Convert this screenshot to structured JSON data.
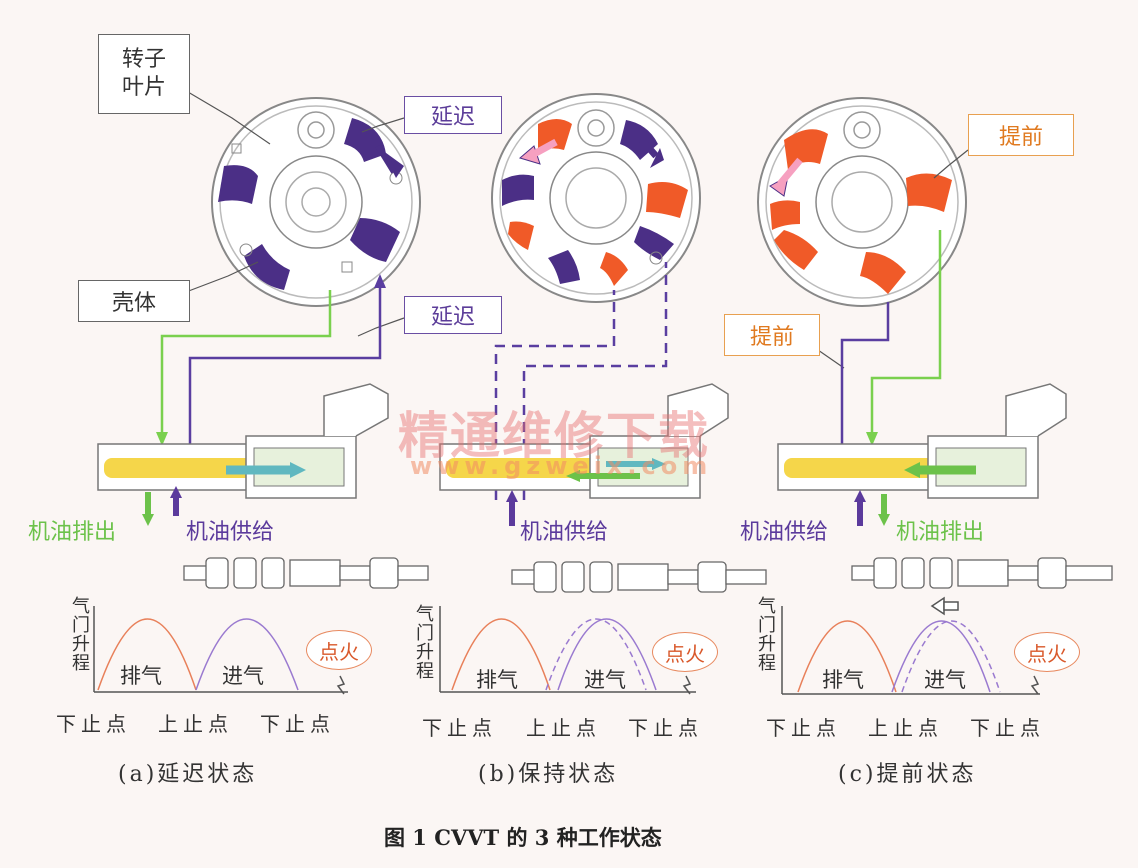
{
  "labels": {
    "rotor_vane": "转子\n叶片",
    "rotor_line1": "转子",
    "rotor_line2": "叶片",
    "housing": "壳体",
    "retard": "延迟",
    "advance": "提前"
  },
  "oil": {
    "drain": "机油排出",
    "supply": "机油供给"
  },
  "axis": {
    "y_label": "气门升程",
    "x_ticks": [
      "下止点",
      "上止点",
      "下止点"
    ]
  },
  "curves": {
    "exhaust": "排气",
    "intake": "进气",
    "ignition": "点火"
  },
  "states": {
    "a": "(a)延迟状态",
    "b": "(b)保持状态",
    "c": "(c)提前状态"
  },
  "caption": "图 1   CVVT 的 3 种工作状态",
  "watermark": {
    "main": "精通维修下载",
    "url": "www.gzweix.com"
  },
  "colors": {
    "retard_fill": "#4b2f86",
    "advance_fill": "#f05a28",
    "drain_line": "#7ad04e",
    "supply_line": "#5a3ea0",
    "spool": "#f5d64a",
    "exhaust_curve": "#e8805a",
    "intake_curve": "#9a7ad0"
  }
}
